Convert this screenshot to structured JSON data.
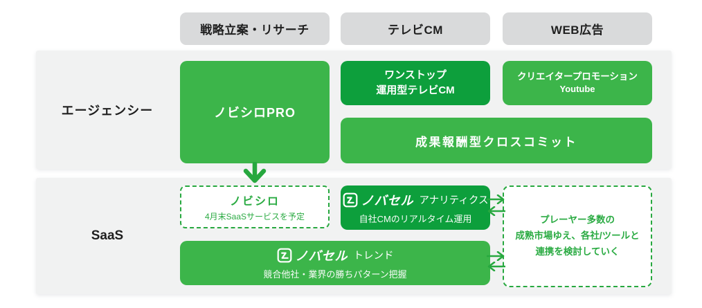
{
  "colors": {
    "brand_green_light": "#3cb54a",
    "brand_green_dark": "#0d9f3c",
    "accent_green": "#27a83f",
    "band_gray": "#f1f2f2",
    "pill_gray": "#d9dadb",
    "text_dark": "#1f1f1f"
  },
  "columns": [
    {
      "label": "戦略立案・リサーチ"
    },
    {
      "label": "テレビCM"
    },
    {
      "label": "WEB広告"
    }
  ],
  "rows": {
    "agency": {
      "label": "エージェンシー",
      "boxes": {
        "pro": {
          "title": "ノビシロPRO"
        },
        "onestop": {
          "line1": "ワンストップ",
          "line2": "運用型テレビCM"
        },
        "creator": {
          "line1": "クリエイタープロモーション",
          "line2": "Youtube"
        },
        "cross": {
          "title": "成果報酬型クロスコミット"
        }
      }
    },
    "saas": {
      "label": "SaaS",
      "boxes": {
        "nobishiro": {
          "title": "ノビシロ",
          "subtitle": "4月末SaaSサービスを予定"
        },
        "analytics": {
          "brand": "ノバセル",
          "product": "アナリティクス",
          "subtitle": "自社CMのリアルタイム運用"
        },
        "trend": {
          "brand": "ノバセル",
          "product": "トレンド",
          "subtitle": "競合他社・業界の勝ちパターン把握"
        },
        "partners": {
          "line1": "プレーヤー多数の",
          "line2": "成熟市場ゆえ、各社/ツールと",
          "line3": "連携を検討していく"
        }
      }
    }
  },
  "icons": {
    "novasell_logo": "rounded square with stylized Z mark",
    "down_arrow": "chevron down arrow",
    "right_arrow": "chevron right arrow",
    "left_arrow": "chevron left arrow"
  }
}
